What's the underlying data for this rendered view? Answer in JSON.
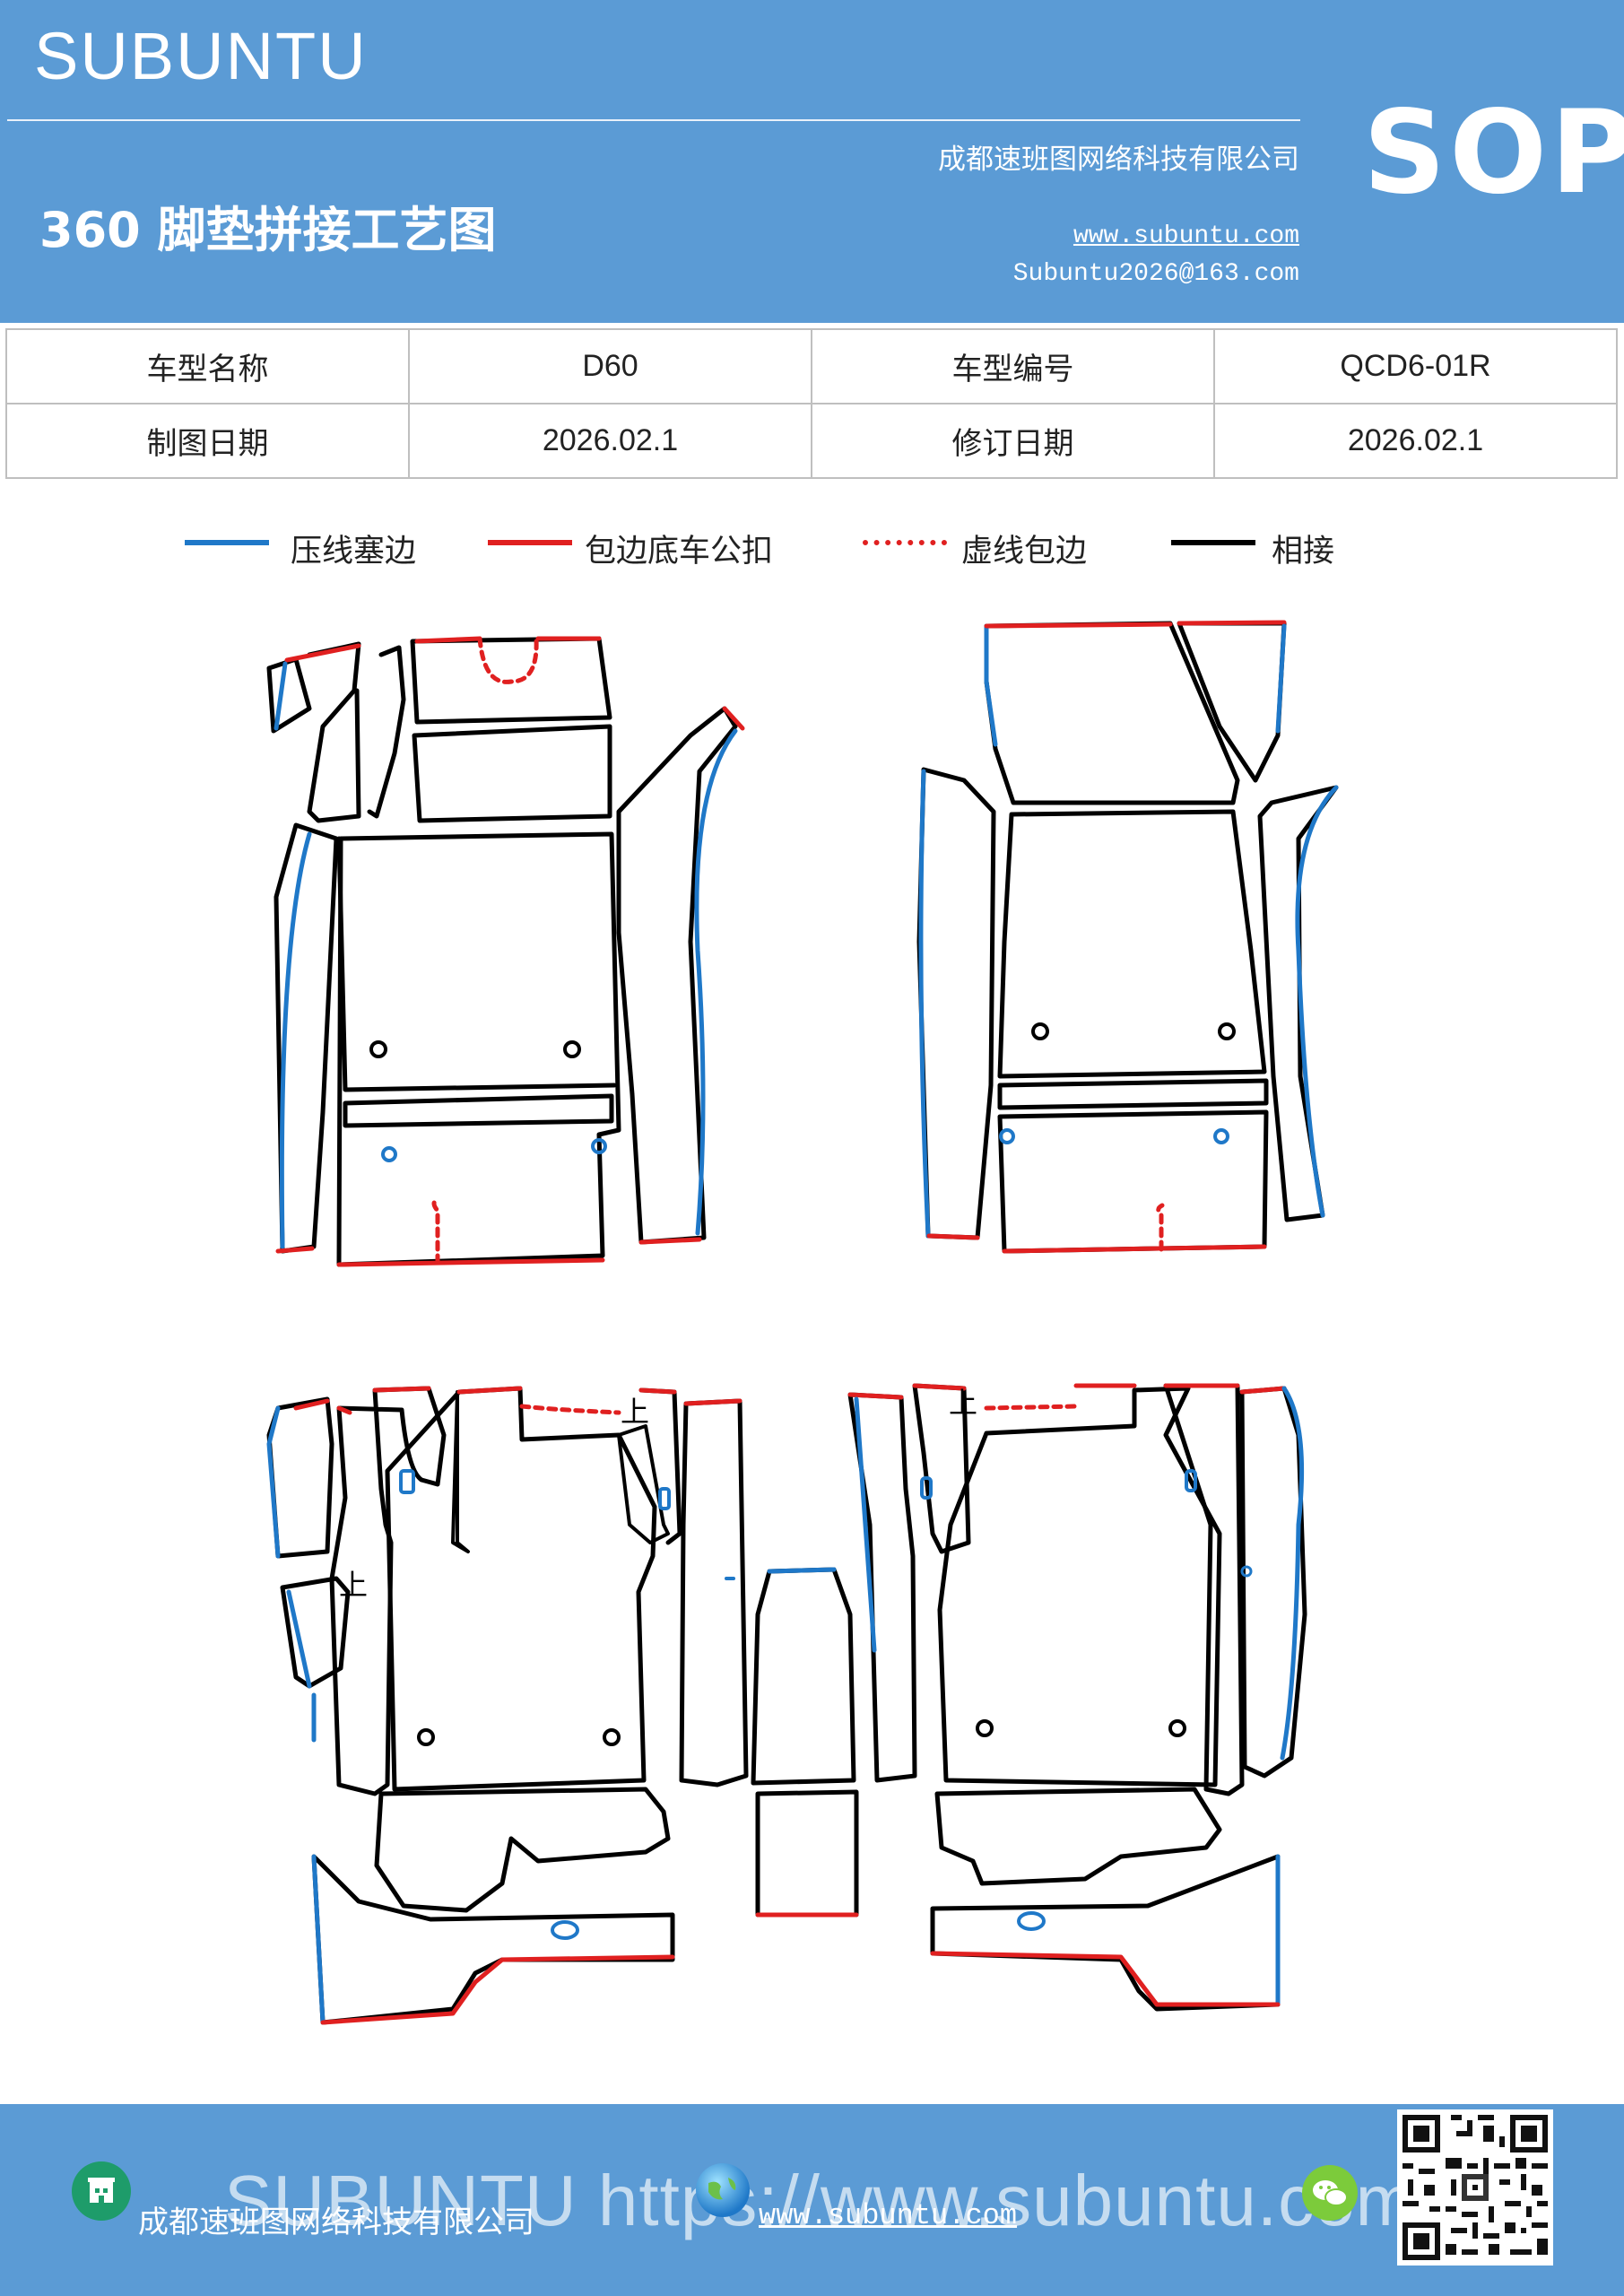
{
  "header": {
    "brand": "SUBUNTU",
    "title": "360 脚垫拼接工艺图",
    "company": "成都速班图网络科技有限公司",
    "website": "www.subuntu.com",
    "email": "Subuntu2026@163.com",
    "badge": "SOP"
  },
  "info_table": {
    "row1": {
      "label1": "车型名称",
      "value1": "D60",
      "label2": "车型编号",
      "value2": "QCD6-01R"
    },
    "row2": {
      "label1": "制图日期",
      "value1": "2026.02.1",
      "label2": "修订日期",
      "value2": "2026.02.1"
    }
  },
  "legend": [
    {
      "label": "压线塞边",
      "color": "#1f78c8",
      "style": "solid"
    },
    {
      "label": "包边底车公扣",
      "color": "#e02020",
      "style": "solid"
    },
    {
      "label": "虚线包边",
      "color": "#e02020",
      "style": "dashed"
    },
    {
      "label": "相接",
      "color": "#000000",
      "style": "solid"
    }
  ],
  "diagram": {
    "mark_label": "上",
    "colors": {
      "press": "#1f78c8",
      "wrap": "#e02020",
      "join": "#000000"
    }
  },
  "footer": {
    "watermark": "SUBUNTU https://www.subuntu.com",
    "company": "成都速班图网络科技有限公司",
    "website": "www.subuntu.com",
    "icons": [
      "building-icon",
      "globe-icon",
      "wechat-icon",
      "qr-code"
    ]
  }
}
